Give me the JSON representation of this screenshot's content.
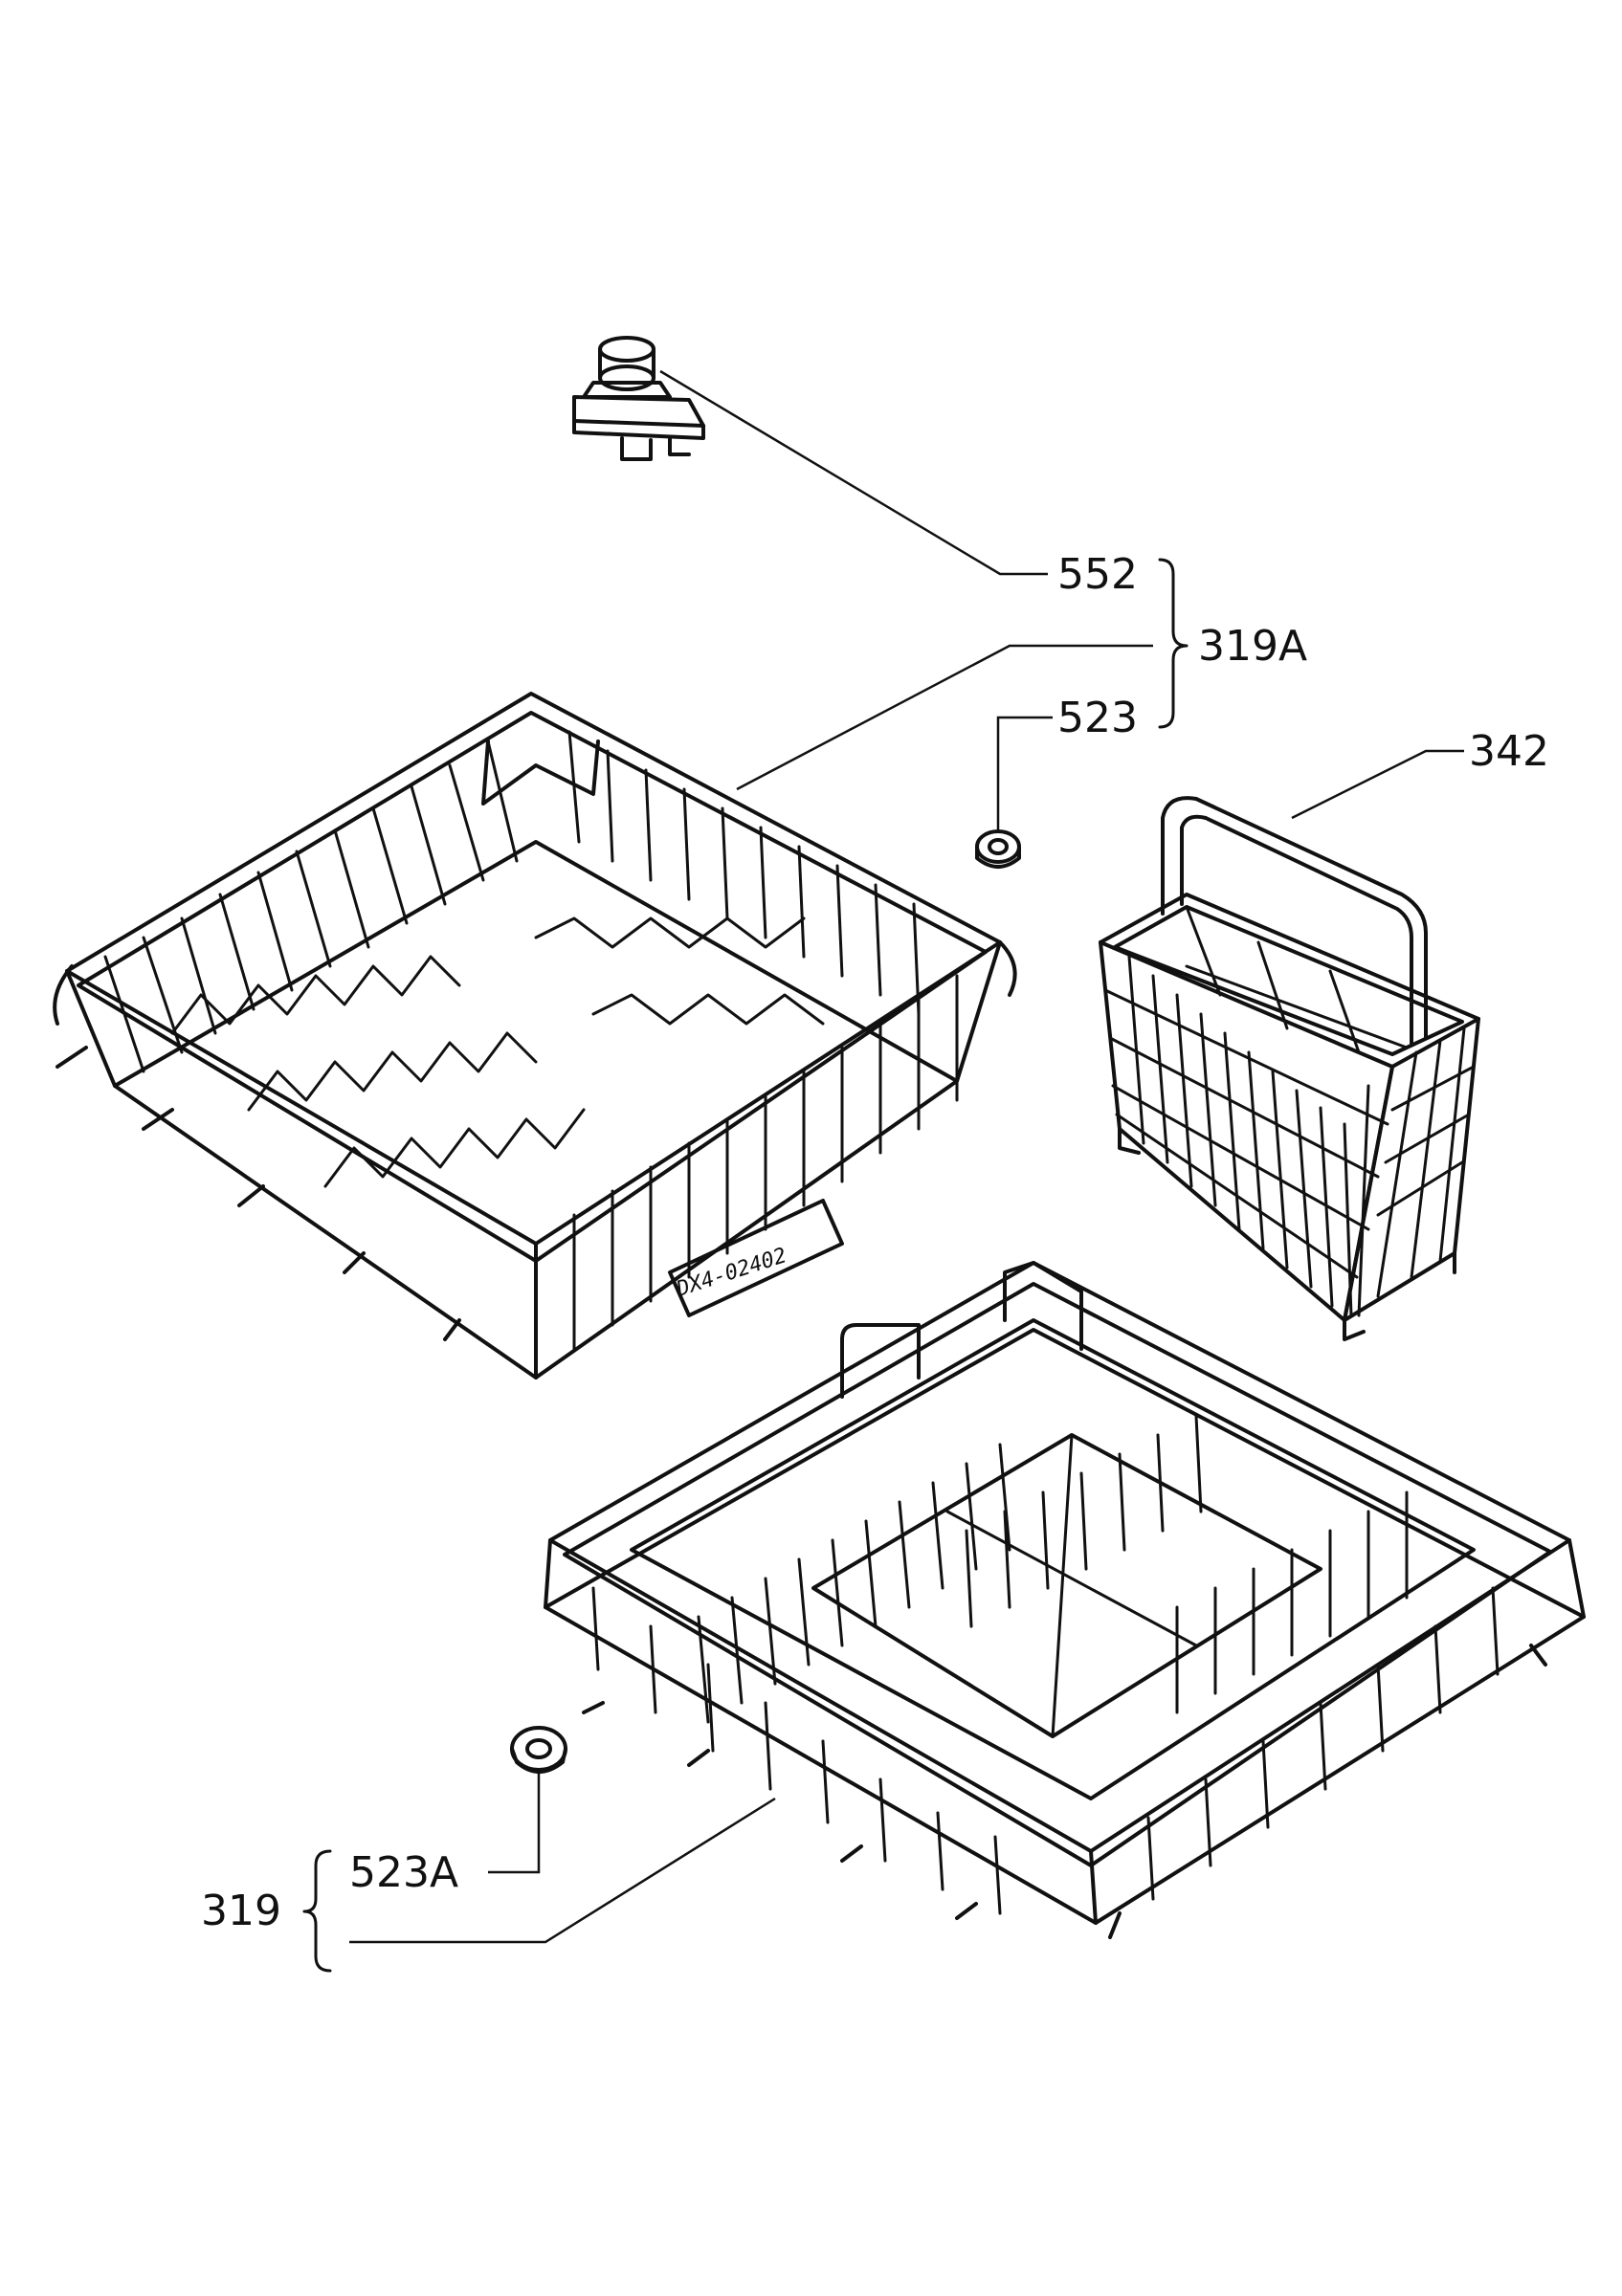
{
  "labels": {
    "l552": "552",
    "l319A": "319A",
    "l523": "523",
    "l342": "342",
    "l523A": "523A",
    "l319": "319"
  },
  "stamp": "DX4-02402"
}
